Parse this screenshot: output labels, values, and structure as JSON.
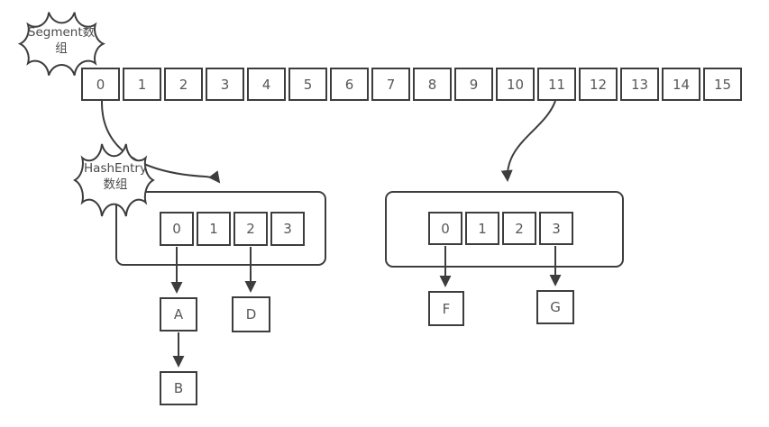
{
  "colors": {
    "line": "#3d3d3d",
    "text": "#575757",
    "background": "#ffffff"
  },
  "clouds": {
    "segment_label": "Segment数组",
    "hashentry_label": "HashEntry数组"
  },
  "segment_array": {
    "cells": [
      "0",
      "1",
      "2",
      "3",
      "4",
      "5",
      "6",
      "7",
      "8",
      "9",
      "10",
      "11",
      "12",
      "13",
      "14",
      "15"
    ]
  },
  "buckets": {
    "left": {
      "cells": [
        "0",
        "1",
        "2",
        "3"
      ]
    },
    "right": {
      "cells": [
        "0",
        "1",
        "2",
        "3"
      ]
    }
  },
  "nodes": {
    "a": "A",
    "b": "B",
    "d": "D",
    "f": "F",
    "g": "G"
  }
}
